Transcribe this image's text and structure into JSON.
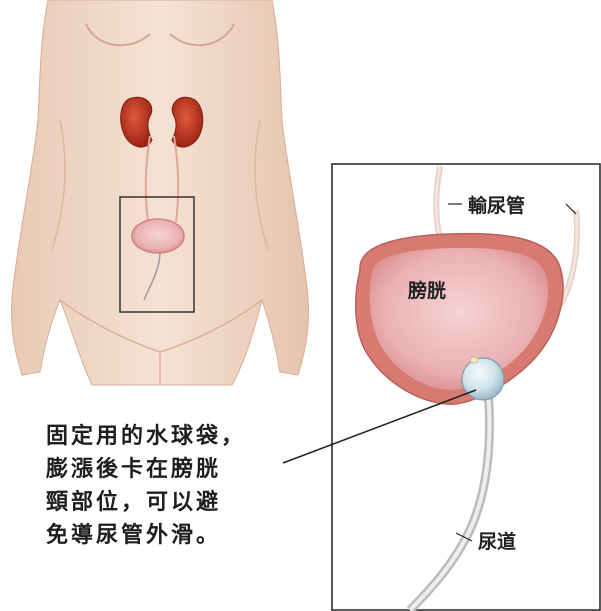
{
  "labels": {
    "ureter": "輸尿管",
    "bladder": "膀胱",
    "urethra": "尿道"
  },
  "caption": {
    "line1": "固定用的水球袋，",
    "line2": "膨漲後卡在膀胱",
    "line3": "頸部位，可以避",
    "line4": "免導尿管外滑。"
  },
  "colors": {
    "skin": "#f2dccb",
    "kidney": "#b8321f",
    "bladder_outer": "#d97a72",
    "bladder_inner": "#f0c2c3",
    "balloon": "#cfe3ea",
    "frame": "#222222"
  }
}
